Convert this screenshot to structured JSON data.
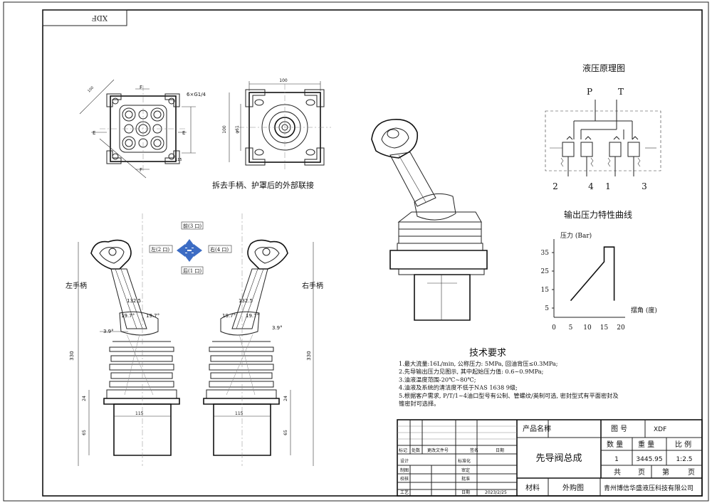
{
  "corner_code": "XDF",
  "views": {
    "external_caption": "拆去手柄、护罩后的外部联接",
    "left_handle_label": "左手柄",
    "right_handle_label": "右手柄",
    "port_label": "6×G1/4",
    "dims": {
      "top_100a": "100",
      "top_100b": "100",
      "top_100c": "100",
      "side_330a": "330",
      "side_330b": "330",
      "d_24a": "24",
      "d_24b": "24",
      "d_65a": "65",
      "d_65b": "65",
      "d_132a": "132.5",
      "d_132b": "132.5",
      "angle_197a": "19.7°",
      "angle_197b": "19.7°",
      "angle_197c": "19.7°",
      "angle_197d": "19.7°",
      "angle_39a": "3.9°",
      "angle_39b": "3.9°",
      "d_115a": "115",
      "d_115b": "115",
      "dia_61": "φ61",
      "sec_f": "F",
      "sec_e": "E"
    }
  },
  "direction": {
    "front": "前(3 口)",
    "back": "后(1 口)",
    "left": "左(2 口)",
    "right": "右(4 口)",
    "color": "#3c6cc4"
  },
  "hydraulic": {
    "title": "液压原理图",
    "p": "P",
    "t": "T",
    "ports": [
      "2",
      "4",
      "1",
      "3"
    ]
  },
  "curve": {
    "title": "输出压力特性曲线",
    "ylabel": "压力 (Bar)",
    "xlabel": "摆角 (度)"
  },
  "chart_data": {
    "type": "line",
    "title": "输出压力特性曲线",
    "xlabel": "摆角 (度)",
    "ylabel": "压力 (Bar)",
    "x_ticks": [
      "0",
      "5",
      "10",
      "15",
      "20"
    ],
    "y_ticks": [
      "5",
      "15",
      "25",
      "35"
    ],
    "xlim": [
      0,
      20
    ],
    "ylim": [
      0,
      40
    ],
    "series": [
      {
        "x": [
          5,
          15,
          15,
          18,
          18
        ],
        "y": [
          9,
          30,
          38,
          38,
          9
        ]
      }
    ]
  },
  "tech": {
    "title": "技术要求",
    "lines": [
      "1.最大流量:16L/min, 公称压力: 5MPa, 回油背压≤0.3MPa;",
      "2.先导输出压力见图示, 其中起始压力值: 0.6~0.9MPa;",
      "3.油液温度范围-20℃~80℃;",
      "4.油液及系统的清洁度不低于NAS 1638 9级;",
      "5.根据客户需求, P/T/1~4油口型号有公制、管螺纹/英制可选, 密封型式有平面密封及",
      "锥密封可选择。"
    ]
  },
  "titleblock": {
    "product_name_label": "产品名称",
    "drawing_no_label": "图 号",
    "drawing_no": "XDF",
    "qty_label": "数 量",
    "weight_label": "重 量",
    "scale_label": "比 例",
    "qty": "1",
    "weight": "3445.95",
    "scale": "1:2.5",
    "assembly": "先导阀总成",
    "total_label": "共",
    "sheet_label": "页",
    "no_label": "第",
    "no_sheet_label": "页",
    "material_label": "材料",
    "material": "外购图",
    "company": "青州博信华盛液压科技有限公司",
    "rev_headers": [
      "标记",
      "处数",
      "更改文件号",
      "签名",
      "日期"
    ],
    "roles": [
      "设计",
      "制图",
      "校核",
      "工艺"
    ],
    "roles2": [
      "标准化",
      "审定",
      "批准",
      "日期"
    ],
    "date": "2023/2/25"
  }
}
